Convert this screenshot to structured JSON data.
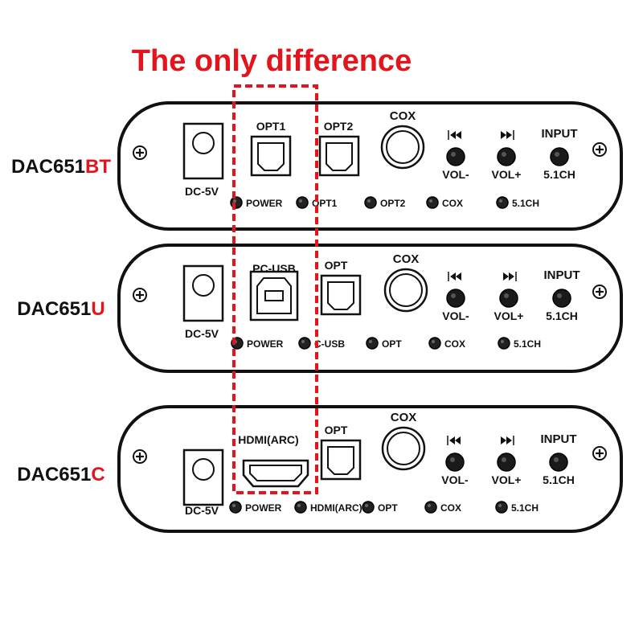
{
  "headline": "The only difference",
  "colors": {
    "accent": "#e3141b",
    "panel_stroke": "#111111",
    "label_dark": "#222222"
  },
  "models": [
    {
      "prefix": "DAC651",
      "suffix": "BT",
      "jacks": {
        "dc": "DC-5V",
        "diff": "OPT1",
        "opt": "OPT2",
        "cox": "COX",
        "vol_minus": "VOL-",
        "vol_plus": "VOL+",
        "input": "INPUT",
        "ch51": "5.1CH"
      },
      "leds": [
        "POWER",
        "OPT1",
        "OPT2",
        "COX",
        "5.1CH"
      ],
      "diff_port": "optical"
    },
    {
      "prefix": "DAC651",
      "suffix": "U",
      "jacks": {
        "dc": "DC-5V",
        "diff": "PC-USB",
        "opt": "OPT",
        "cox": "COX",
        "vol_minus": "VOL-",
        "vol_plus": "VOL+",
        "input": "INPUT",
        "ch51": "5.1CH"
      },
      "leds": [
        "POWER",
        "C-USB",
        "OPT",
        "COX",
        "5.1CH"
      ],
      "diff_port": "usb-b"
    },
    {
      "prefix": "DAC651",
      "suffix": "C",
      "jacks": {
        "dc": "DC-5V",
        "diff": "HDMI(ARC)",
        "opt": "OPT",
        "cox": "COX",
        "vol_minus": "VOL-",
        "vol_plus": "VOL+",
        "input": "INPUT",
        "ch51": "5.1CH"
      },
      "leds": [
        "POWER",
        "HDMI(ARC)",
        "OPT",
        "COX",
        "5.1CH"
      ],
      "diff_port": "hdmi"
    }
  ]
}
